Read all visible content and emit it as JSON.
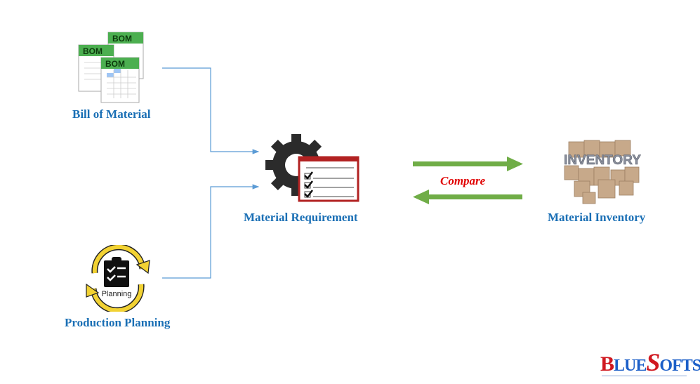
{
  "nodes": {
    "bom": {
      "label": "Bill of Material",
      "icon_text": "BOM"
    },
    "planning": {
      "label": "Production Planning",
      "icon_text": "Planning"
    },
    "requirement": {
      "label": "Material Requirement"
    },
    "inventory": {
      "label": "Material Inventory",
      "icon_text": "INVENTORY"
    }
  },
  "compare_label": "Compare",
  "logo": {
    "first": "B",
    "mid": "LUE",
    "s": "S",
    "rest": "OFTS"
  },
  "colors": {
    "label": "#1a6fb5",
    "connector": "#5b9bd5",
    "arrow": "#70ad47",
    "compare": "#e00000",
    "bom_header": "#4caf50",
    "checklist_border": "#b22222",
    "planning_ring": "#f2d233"
  }
}
